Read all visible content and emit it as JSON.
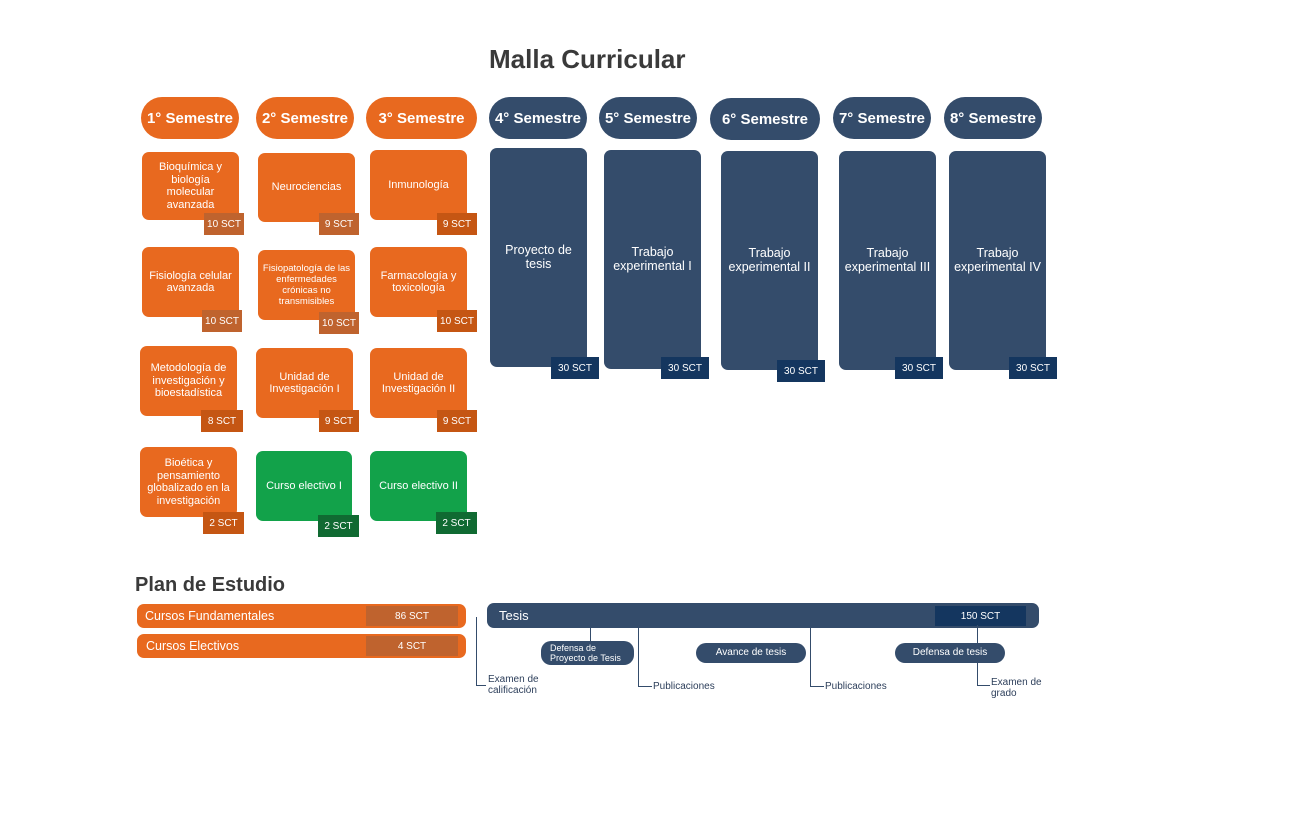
{
  "title": "Malla Curricular",
  "colors": {
    "fundamental": "#e8691f",
    "elective": "#12a24a",
    "thesis": "#344c6b",
    "thesis_credit": "#14365f"
  },
  "semesters": [
    {
      "label": "1° Semestre",
      "courses": [
        {
          "name": "Bioquímica y biología molecular avanzada",
          "credits": "10 SCT"
        },
        {
          "name": "Fisiología celular avanzada",
          "credits": "10 SCT"
        },
        {
          "name": "Metodología de investigación y bioestadística",
          "credits": "8 SCT"
        },
        {
          "name": "Bioética y pensamiento globalizado en la investigación",
          "credits": "2 SCT"
        }
      ]
    },
    {
      "label": "2° Semestre",
      "courses": [
        {
          "name": "Neurociencias",
          "credits": "9 SCT"
        },
        {
          "name": "Fisiopatología de las enfermedades crónicas no transmisibles",
          "credits": "10 SCT"
        },
        {
          "name": "Unidad de Investigación I",
          "credits": "9 SCT"
        },
        {
          "name": "Curso electivo I",
          "credits": "2 SCT"
        }
      ]
    },
    {
      "label": "3° Semestre",
      "courses": [
        {
          "name": "Inmunología",
          "credits": "9 SCT"
        },
        {
          "name": "Farmacología y toxicología",
          "credits": "10 SCT"
        },
        {
          "name": "Unidad de Investigación II",
          "credits": "9 SCT"
        },
        {
          "name": "Curso electivo II",
          "credits": "2 SCT"
        }
      ]
    },
    {
      "label": "4° Semestre",
      "courses": [
        {
          "name": "Proyecto de tesis",
          "credits": "30 SCT"
        }
      ]
    },
    {
      "label": "5° Semestre",
      "courses": [
        {
          "name": "Trabajo experimental I",
          "credits": "30 SCT"
        }
      ]
    },
    {
      "label": "6° Semestre",
      "courses": [
        {
          "name": "Trabajo experimental II",
          "credits": "30 SCT"
        }
      ]
    },
    {
      "label": "7° Semestre",
      "courses": [
        {
          "name": "Trabajo experimental III",
          "credits": "30 SCT"
        }
      ]
    },
    {
      "label": "8° Semestre",
      "courses": [
        {
          "name": "Trabajo experimental IV",
          "credits": "30 SCT"
        }
      ]
    }
  ],
  "plan": {
    "title": "Plan de Estudio",
    "rows": [
      {
        "label": "Cursos Fundamentales",
        "credits": "86 SCT"
      },
      {
        "label": "Cursos Electivos",
        "credits": "4 SCT"
      }
    ],
    "tesis": {
      "label": "Tesis",
      "credits": "150 SCT"
    },
    "milestones": [
      "Defensa de Proyecto de Tesis",
      "Avance de tesis",
      "Defensa de tesis"
    ],
    "events": [
      "Examen de calificación",
      "Publicaciones",
      "Publicaciones",
      "Examen de grado"
    ]
  }
}
